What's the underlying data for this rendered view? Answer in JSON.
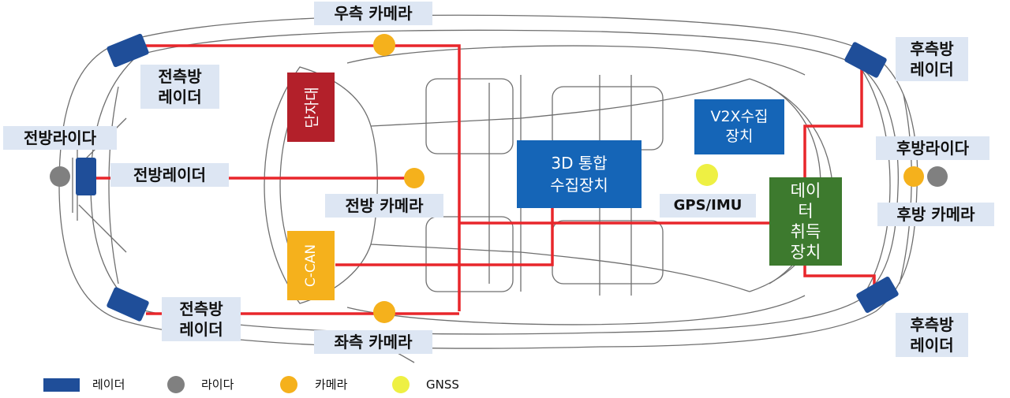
{
  "labels": {
    "right_camera": "우측 카메라",
    "front_side_radar_top": [
      "전측방",
      "레이더"
    ],
    "front_lidar": "전방라이다",
    "front_radar": "전방레이더",
    "front_camera": "전방 카메라",
    "front_side_radar_bottom": [
      "전측방",
      "레이더"
    ],
    "left_camera": "좌측 카메라",
    "rear_side_radar_top": [
      "후측방",
      "레이더"
    ],
    "rear_lidar": "후방라이다",
    "rear_camera": "후방 카메라",
    "rear_side_radar_bottom": [
      "후측방",
      "레이더"
    ],
    "gps_imu": "GPS/IMU"
  },
  "boxes": {
    "terminal": "단자대",
    "c_can": "C-CAN",
    "v2x": [
      "V2X수집",
      "장치"
    ],
    "integrated": [
      "3D 통합",
      "수집장치"
    ],
    "data_acq": [
      "데이",
      "터",
      "취득",
      "장치"
    ]
  },
  "legend": [
    {
      "label": "레이더",
      "icon": "radar-rect",
      "color": "#1f4e99"
    },
    {
      "label": "라이다",
      "icon": "lidar-circle",
      "color": "#808080"
    },
    {
      "label": "카메라",
      "icon": "camera-circle",
      "color": "#f5b11c"
    },
    {
      "label": "GNSS",
      "icon": "gnss-circle",
      "color": "#eef043"
    }
  ],
  "colors": {
    "radar": "#1f4e99",
    "lidar": "#808080",
    "camera": "#f5b11c",
    "gnss": "#eef043",
    "wire": "#e8262b",
    "terminal_box": "#b3202a",
    "c_can_box": "#f5b11c",
    "v2x_box": "#1565b7",
    "integrated_box": "#1565b7",
    "data_acq_box": "#3d7a2e",
    "label_bg": "#dde6f3"
  }
}
